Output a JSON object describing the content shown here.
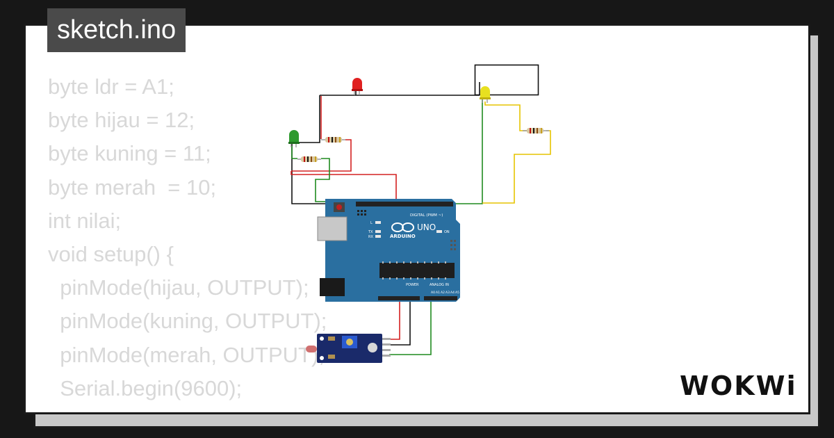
{
  "title": "sketch.ino",
  "code_lines": [
    "byte ldr = A1;",
    "byte hijau = 12;",
    "byte kuning = 11;",
    "byte merah  = 10;",
    "int nilai;",
    "",
    "void setup() {",
    "  pinMode(hijau, OUTPUT);",
    "  pinMode(kuning, OUTPUT);",
    "  pinMode(merah, OUTPUT);",
    "  Serial.begin(9600);"
  ],
  "board": {
    "model": "UNO",
    "brand": "ARDUINO",
    "digital_label": "DIGITAL (PWM ~)",
    "power_label": "POWER",
    "analog_label": "ANALOG IN",
    "analog_pins": [
      "A0",
      "A1",
      "A2",
      "A3",
      "A4",
      "A5"
    ],
    "indicator_on": "ON",
    "indicator_l": "L",
    "indicator_tx": "TX",
    "indicator_rx": "RX",
    "color": "#2a6fa0"
  },
  "leds": {
    "red": "#e02020",
    "green": "#2e9a2e",
    "yellow": "#e8e020"
  },
  "wire_colors": {
    "black": "#111111",
    "red": "#d42020",
    "green": "#1f8a1f",
    "yellow": "#e6c400"
  },
  "brand_logo": "WOKWi"
}
